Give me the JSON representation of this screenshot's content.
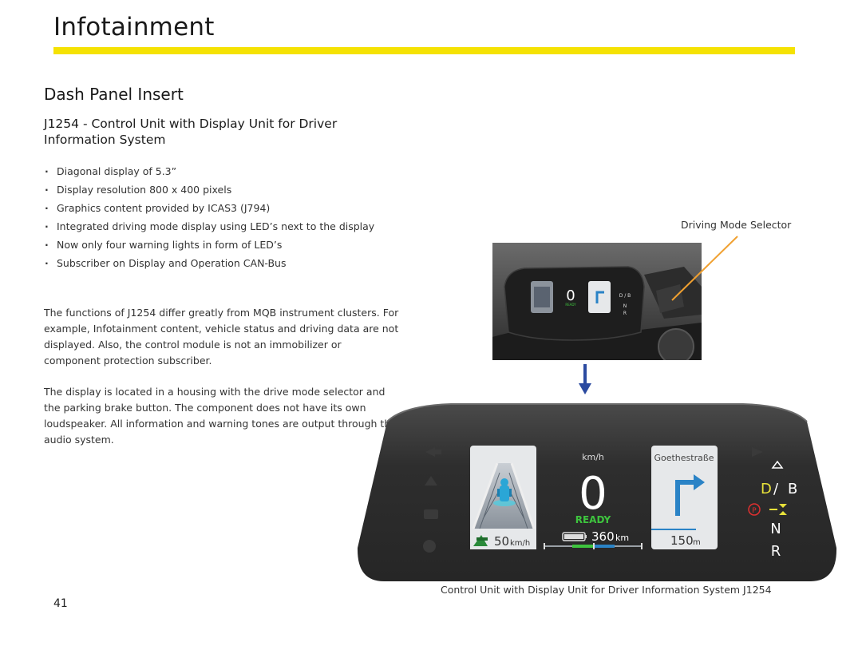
{
  "header": {
    "title": "Infotainment"
  },
  "section_title": "Dash Panel Insert",
  "subheading": "J1254 - Control Unit with Display Unit for Driver Information System",
  "bullets": [
    "Diagonal display of 5.3”",
    "Display resolution 800 x 400 pixels",
    "Graphics content provided by ICAS3 (J794)",
    "Integrated driving mode display using LED’s next to the display",
    "Now only four warning lights in form of LED’s",
    "Subscriber on Display and Operation CAN-Bus"
  ],
  "paragraphs": [
    "The functions of J1254 differ greatly from MQB instrument clusters.  For example, Infotainment content, vehicle status and driving data are not displayed.  Also, the control module is not an immobilizer or component protection subscriber.",
    "The display is located in a housing with the drive mode selector and the parking brake button.  The component does not have its own loudspeaker.  All information and warning tones are output through the audio system."
  ],
  "figure": {
    "label": "Driving Mode Selector",
    "caption": "Control Unit with Display Unit for Driver Information System J1254",
    "display": {
      "speed_unit": "km/h",
      "speed": "0",
      "status": "READY",
      "range_value": "360",
      "range_unit": "km",
      "speed_limit_value": "50",
      "speed_limit_unit": "km/h",
      "nav_street": "Goethestraße",
      "nav_distance_value": "150",
      "nav_distance_unit": "m",
      "gear_d": "D",
      "gear_sep": "/",
      "gear_b": "B",
      "gear_n": "N",
      "gear_r": "R",
      "parking_symbol": "P"
    },
    "photo_display": {
      "speed": "0",
      "status": "READY",
      "gears": "D / B",
      "gear_n": "N",
      "gear_r": "R"
    }
  },
  "colors": {
    "accent_yellow": "#f5e203",
    "ready_green": "#3ec43e",
    "nav_blue": "#2a83c6",
    "arrow_blue": "#2b4aa0",
    "leader_orange": "#f0a030",
    "gear_d_yellow": "#e8e23a",
    "parking_red": "#e03030"
  },
  "page_number": "41"
}
